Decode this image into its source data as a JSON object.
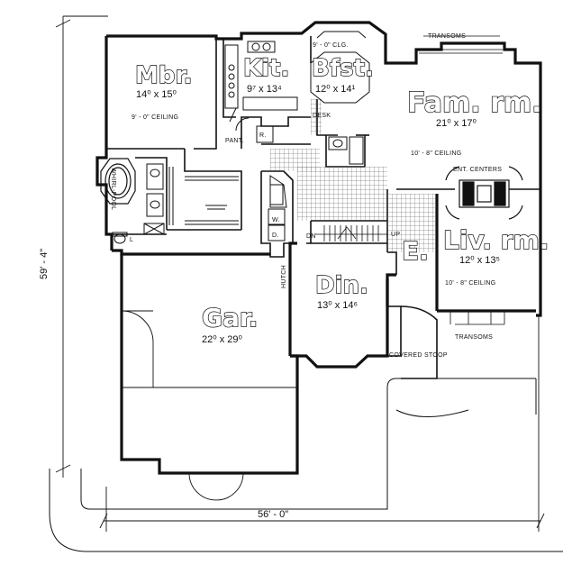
{
  "rooms": {
    "mbr": {
      "name": "Mbr.",
      "dims": "14⁰ x 15⁰",
      "ceiling": "9' - 0\" CEILING"
    },
    "kit": {
      "name": "Kit.",
      "dims": "9⁷ x 13⁴"
    },
    "bfst": {
      "name": "Bfst.",
      "dims": "12⁰ x 14¹",
      "ceiling": "9' - 0\" CLG."
    },
    "fam": {
      "name": "Fam. rm.",
      "dims": "21⁰ x 17⁰",
      "ceiling": "10' - 8\" CEILING"
    },
    "liv": {
      "name": "Liv. rm.",
      "dims": "12⁰ x 13⁵",
      "ceiling": "10' - 8\" CEILING"
    },
    "din": {
      "name": "Din.",
      "dims": "13⁰ x 14⁶"
    },
    "gar": {
      "name": "Gar.",
      "dims": "22⁰ x 29⁰"
    },
    "entry": {
      "name": "E."
    }
  },
  "labels": {
    "transoms_top": "TRANSOMS",
    "transoms_bottom": "TRANSOMS",
    "ent_centers": "ENT. CENTERS",
    "desk": "DESK",
    "pant": "PANT.",
    "r": "R.",
    "whirlpool": "WHIRL-POOL",
    "w": "W.",
    "d": "D.",
    "dn": "DN",
    "up": "UP",
    "hutch": "HUTCH",
    "covered_stoop": "COVERED STOOP",
    "l": "L"
  },
  "dimensions": {
    "depth": "59' - 4\"",
    "width": "56' - 0\""
  }
}
